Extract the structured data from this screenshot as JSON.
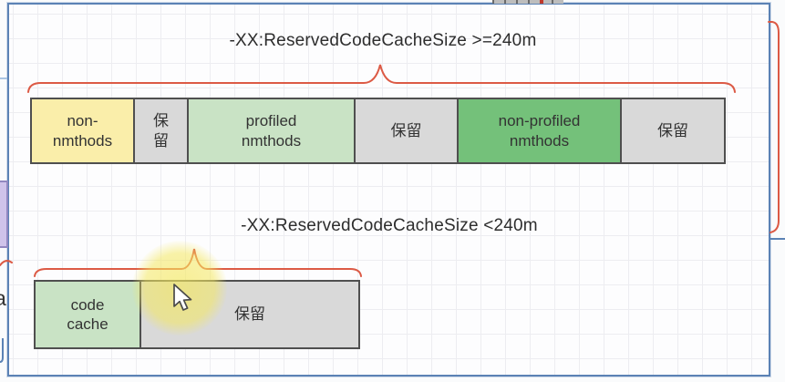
{
  "diagram": {
    "title_top": "-XX:ReservedCodeCacheSize >=240m",
    "title_bottom": "-XX:ReservedCodeCacheSize <240m",
    "row_large": {
      "segments": [
        {
          "label": "non-\nnmthods",
          "color": "#faeeaa"
        },
        {
          "label": "保\n留",
          "color": "#d9d9d9"
        },
        {
          "label": "profiled\nnmthods",
          "color": "#c9e3c5"
        },
        {
          "label": "保留",
          "color": "#d9d9d9"
        },
        {
          "label": "non-profiled\nnmthods",
          "color": "#74c17a"
        },
        {
          "label": "保留",
          "color": "#d9d9d9"
        }
      ]
    },
    "row_small": {
      "segments": [
        {
          "label": "code\ncache",
          "color": "#c9e3c5"
        },
        {
          "label": "保留",
          "color": "#d9d9d9"
        }
      ]
    },
    "edge_text_fragment": "a",
    "colors": {
      "brace": "#dc5a45",
      "selection_border": "#5b82b5",
      "segment_border": "#4f4f4f",
      "side_fragment_blue": "#5b82b5",
      "side_fragment_light_blue": "#a9c4e2"
    }
  }
}
